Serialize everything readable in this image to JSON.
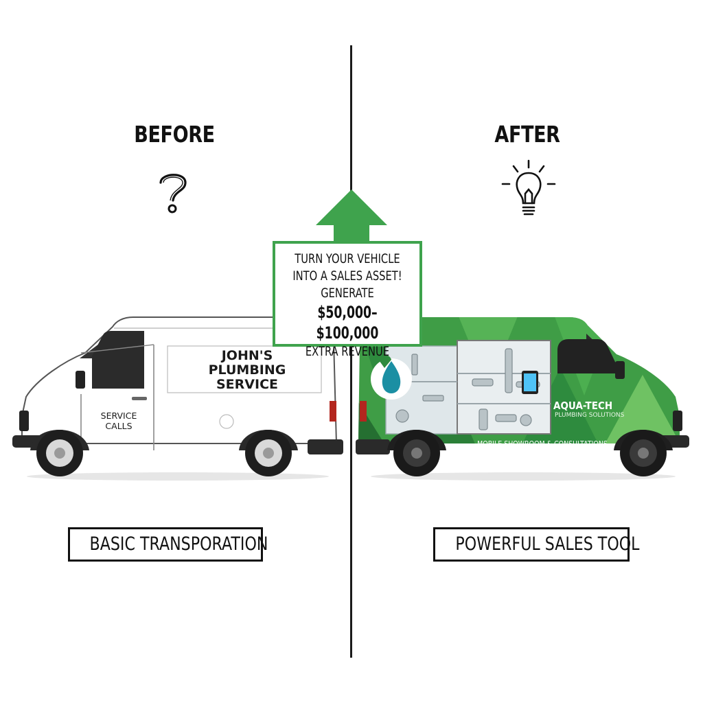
{
  "before": {
    "heading": "BEFORE",
    "icon": "question-mark-icon",
    "van_name": "JOHN'S PLUMBING SERVICE",
    "van_name_lines": [
      "JOHN'S",
      "PLUMBING",
      "SERVICE"
    ],
    "van_side_lines": [
      "SERVICE",
      "CALLS"
    ],
    "caption": "BASIC TRANSPORATION",
    "van_color": "#ffffff"
  },
  "after": {
    "heading": "AFTER",
    "icon": "lightbulb-icon",
    "brand_name": "AQUA-TECH",
    "brand_sub": "PLUMBING SOLUTIONS",
    "tagline": "MOBILE SHOWROOM & CONSULTATIONS",
    "caption": "POWERFUL SALES TOOL",
    "van_colors": [
      "#2e8b3e",
      "#4cae4f",
      "#7fce6a"
    ]
  },
  "callout": {
    "lines": [
      "TURN YOUR VEHICLE",
      "INTO A SALES ASSET!",
      "GENERATE",
      "$50,000–$100,000",
      "EXTRA REVENUE"
    ],
    "arrow_icon": "up-arrow-icon",
    "accent_color": "#3fa34d"
  }
}
